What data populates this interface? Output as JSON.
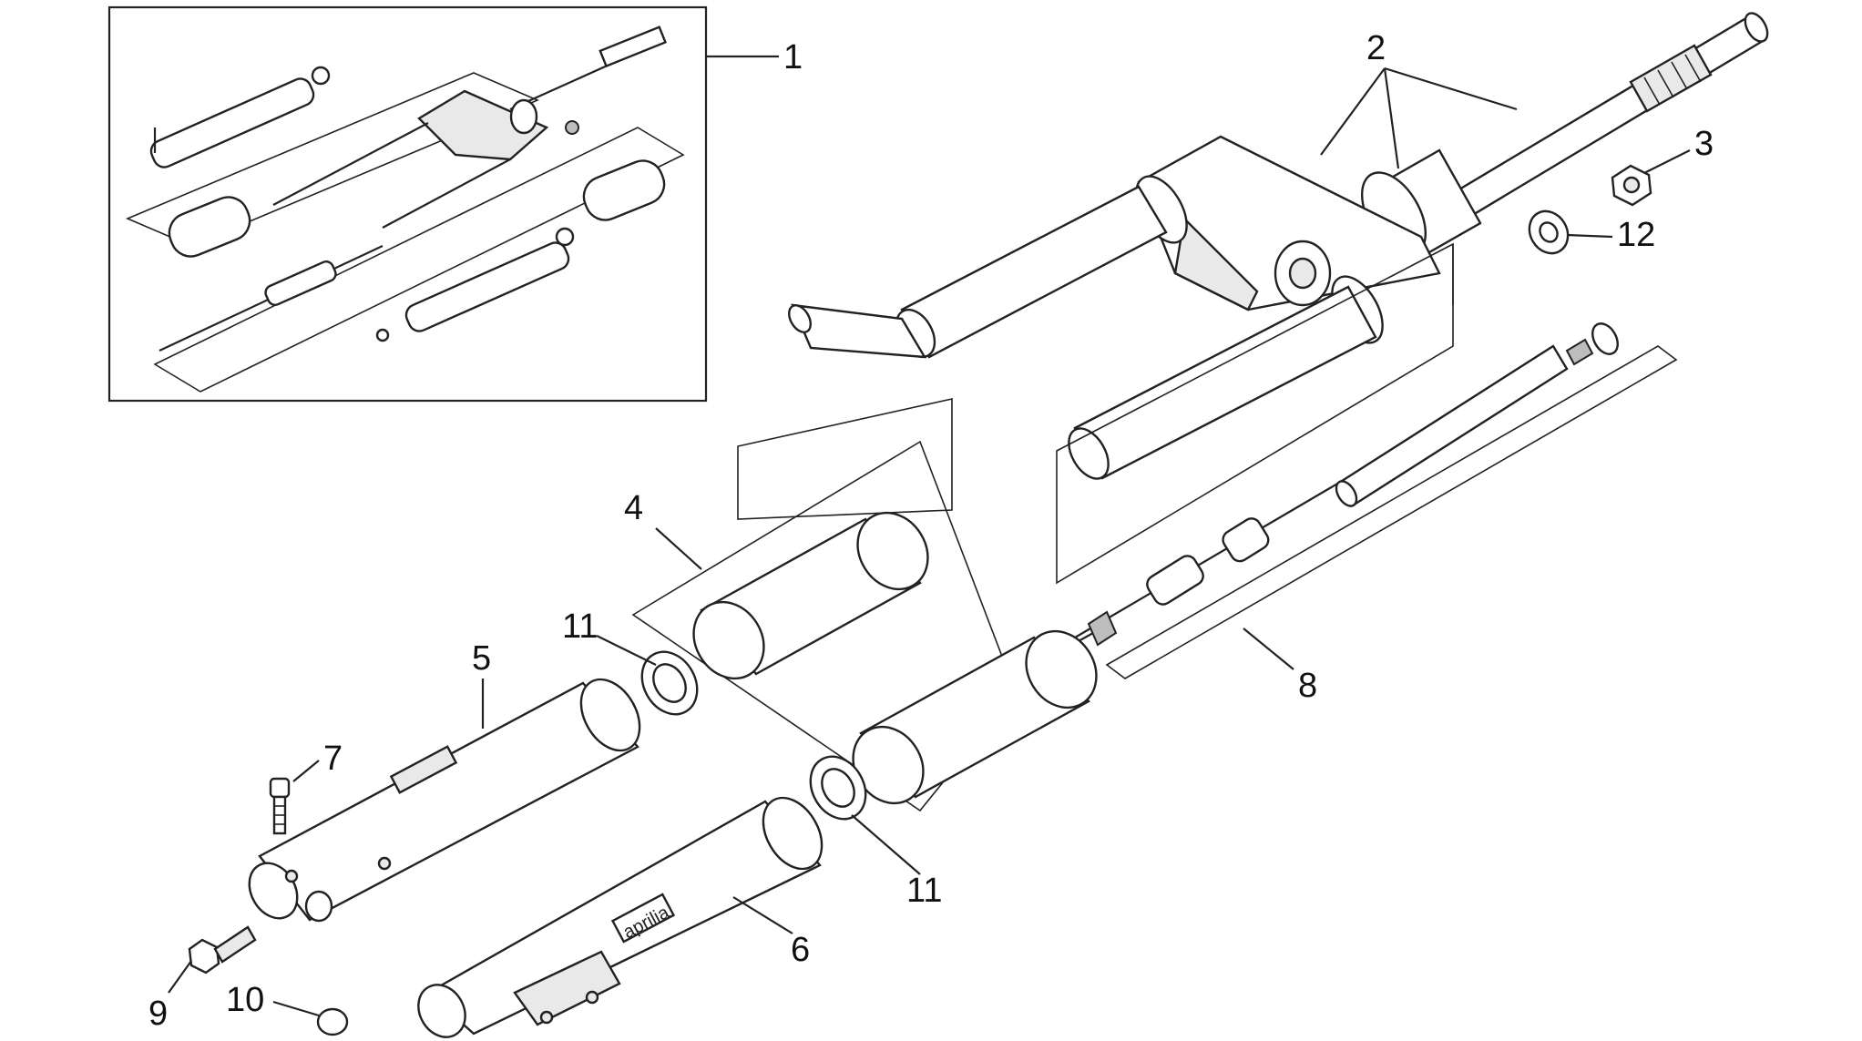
{
  "diagram": {
    "callouts": [
      {
        "id": "1",
        "label": "1"
      },
      {
        "id": "2",
        "label": "2"
      },
      {
        "id": "3",
        "label": "3"
      },
      {
        "id": "12",
        "label": "12"
      },
      {
        "id": "4",
        "label": "4"
      },
      {
        "id": "11a",
        "label": "11"
      },
      {
        "id": "5",
        "label": "5"
      },
      {
        "id": "7",
        "label": "7"
      },
      {
        "id": "8",
        "label": "8"
      },
      {
        "id": "11b",
        "label": "11"
      },
      {
        "id": "6",
        "label": "6"
      },
      {
        "id": "9",
        "label": "9"
      },
      {
        "id": "10",
        "label": "10"
      }
    ],
    "logo_text": "aprilia"
  }
}
